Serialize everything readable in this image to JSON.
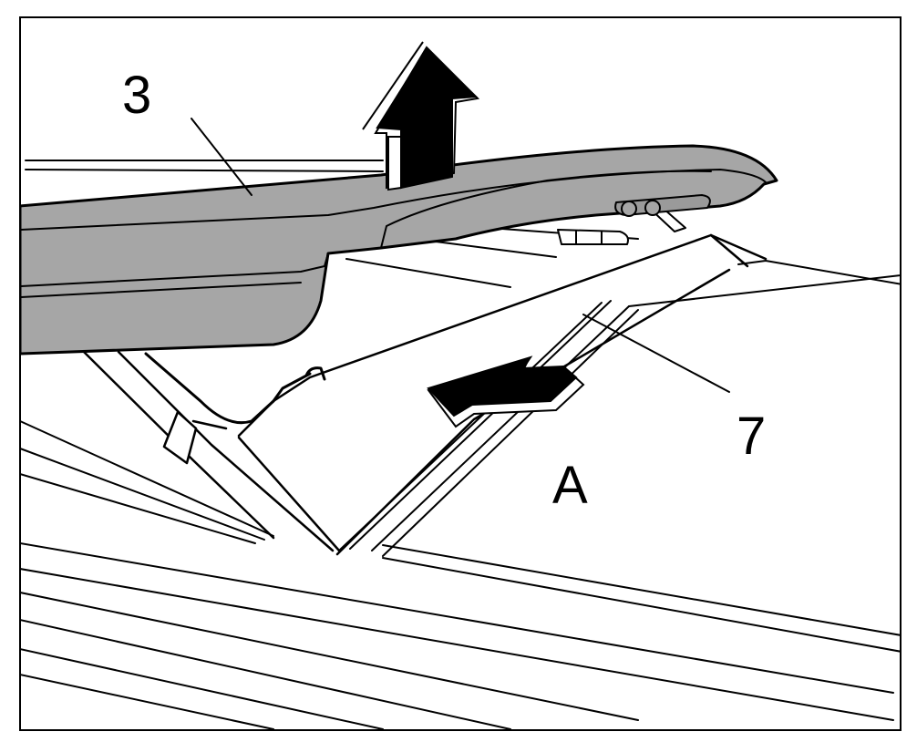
{
  "callouts": {
    "part_3": "3",
    "part_7": "7",
    "view_a": "A"
  },
  "colors": {
    "ink": "#000000",
    "panel_fill": "#a6a6a6",
    "panel_inner": "#9a9a9a",
    "paper": "#ffffff"
  },
  "icons": {
    "lift": "arrow-up-icon",
    "slide": "arrow-left-icon"
  }
}
